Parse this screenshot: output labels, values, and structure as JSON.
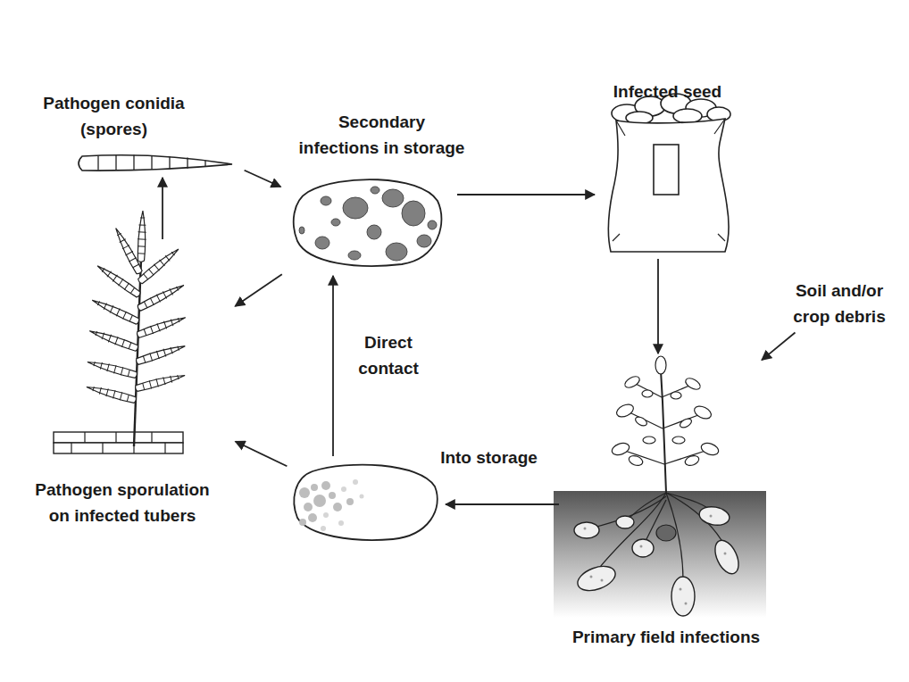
{
  "diagram": {
    "nodes": [
      {
        "text": [
          "Pathogen conidia (spores)"
        ]
      },
      {
        "text": [
          "Secondary infections in storage"
        ]
      },
      {
        "text": [
          "Infected seed"
        ]
      },
      {
        "text": [
          "Soil and/or crop debris"
        ]
      },
      {
        "text": [
          "Pathogen sporulation on infected tubers"
        ]
      },
      {
        "text": []
      },
      {
        "text": [
          "Primary field infections"
        ]
      }
    ],
    "edges": [
      {
        "from": 0,
        "to": 1,
        "arrow": "to"
      },
      {
        "from": 1,
        "to": 2,
        "arrow": "to"
      },
      {
        "from": 2,
        "to": 6,
        "arrow": "to"
      },
      {
        "from": 3,
        "to": 6,
        "arrow": "to"
      },
      {
        "from": 6,
        "to": 5,
        "label": "Into storage",
        "arrow": "to"
      },
      {
        "from": 5,
        "to": 1,
        "label": "Direct contact",
        "arrow": "to"
      },
      {
        "from": 5,
        "to": 4,
        "arrow": "to"
      },
      {
        "from": 1,
        "to": 4,
        "arrow": "to"
      },
      {
        "from": 4,
        "to": 0,
        "arrow": "to"
      }
    ]
  }
}
